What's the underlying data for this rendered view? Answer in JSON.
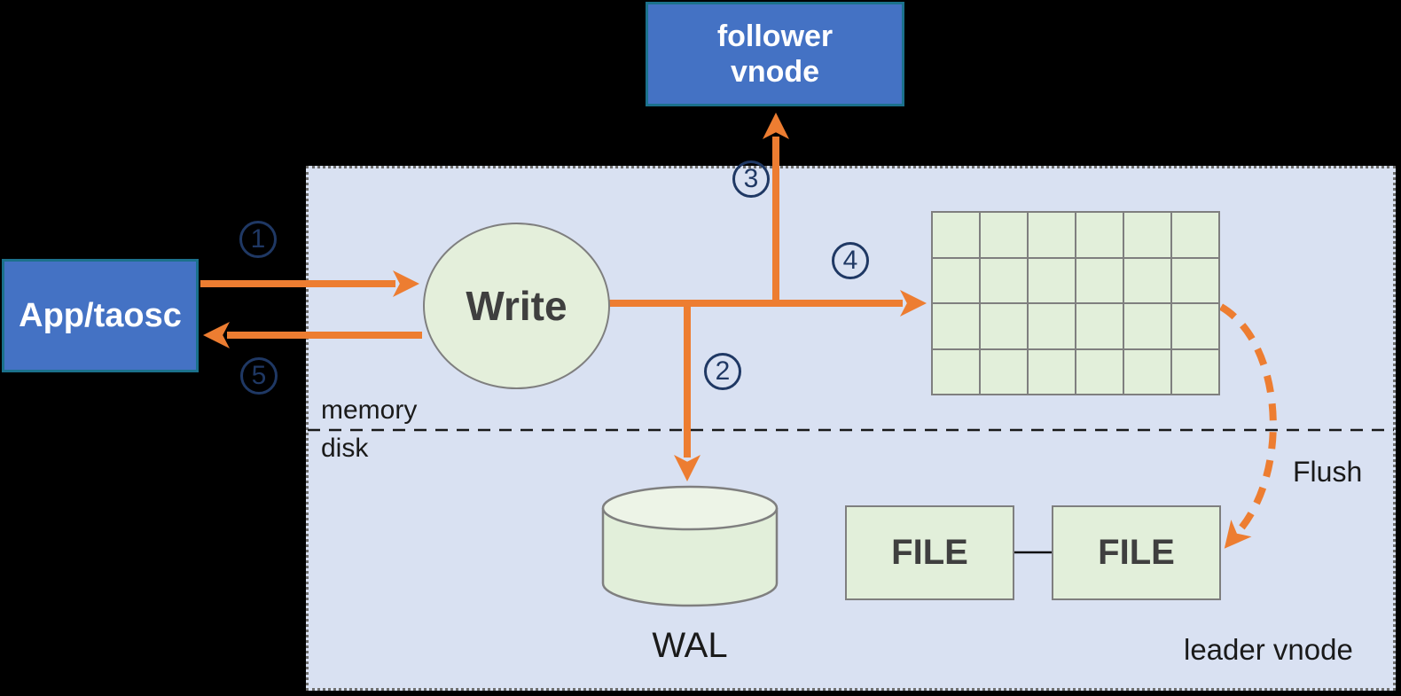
{
  "colors": {
    "background": "#000000",
    "panel-fill": "#D9E1F2",
    "panel-border": "#6E6E6E",
    "node-blue": "#4472C4",
    "node-blue-border": "#1B718C",
    "node-green": "#E2EFDA",
    "node-green-top": "#EDF4E7",
    "node-border-gray": "#7F7F7F",
    "arrow-orange": "#ED7D31",
    "step-navy": "#1F3864",
    "text-dark": "#3F3F3F",
    "text-black": "#1A1A1A",
    "text-white": "#FFFFFF"
  },
  "nodes": {
    "app": {
      "label": "App/taosc"
    },
    "follower": {
      "line1": "follower",
      "line2": "vnode"
    },
    "write": {
      "label": "Write"
    },
    "wal": {
      "label": "WAL"
    },
    "file1": {
      "label": "FILE"
    },
    "file2": {
      "label": "FILE"
    }
  },
  "labels": {
    "memory": "memory",
    "disk": "disk",
    "flush": "Flush",
    "leader": "leader vnode"
  },
  "steps": [
    {
      "label": "1"
    },
    {
      "label": "2"
    },
    {
      "label": "3"
    },
    {
      "label": "4"
    },
    {
      "label": "5"
    }
  ],
  "grid": {
    "rows": 4,
    "cols": 6
  }
}
